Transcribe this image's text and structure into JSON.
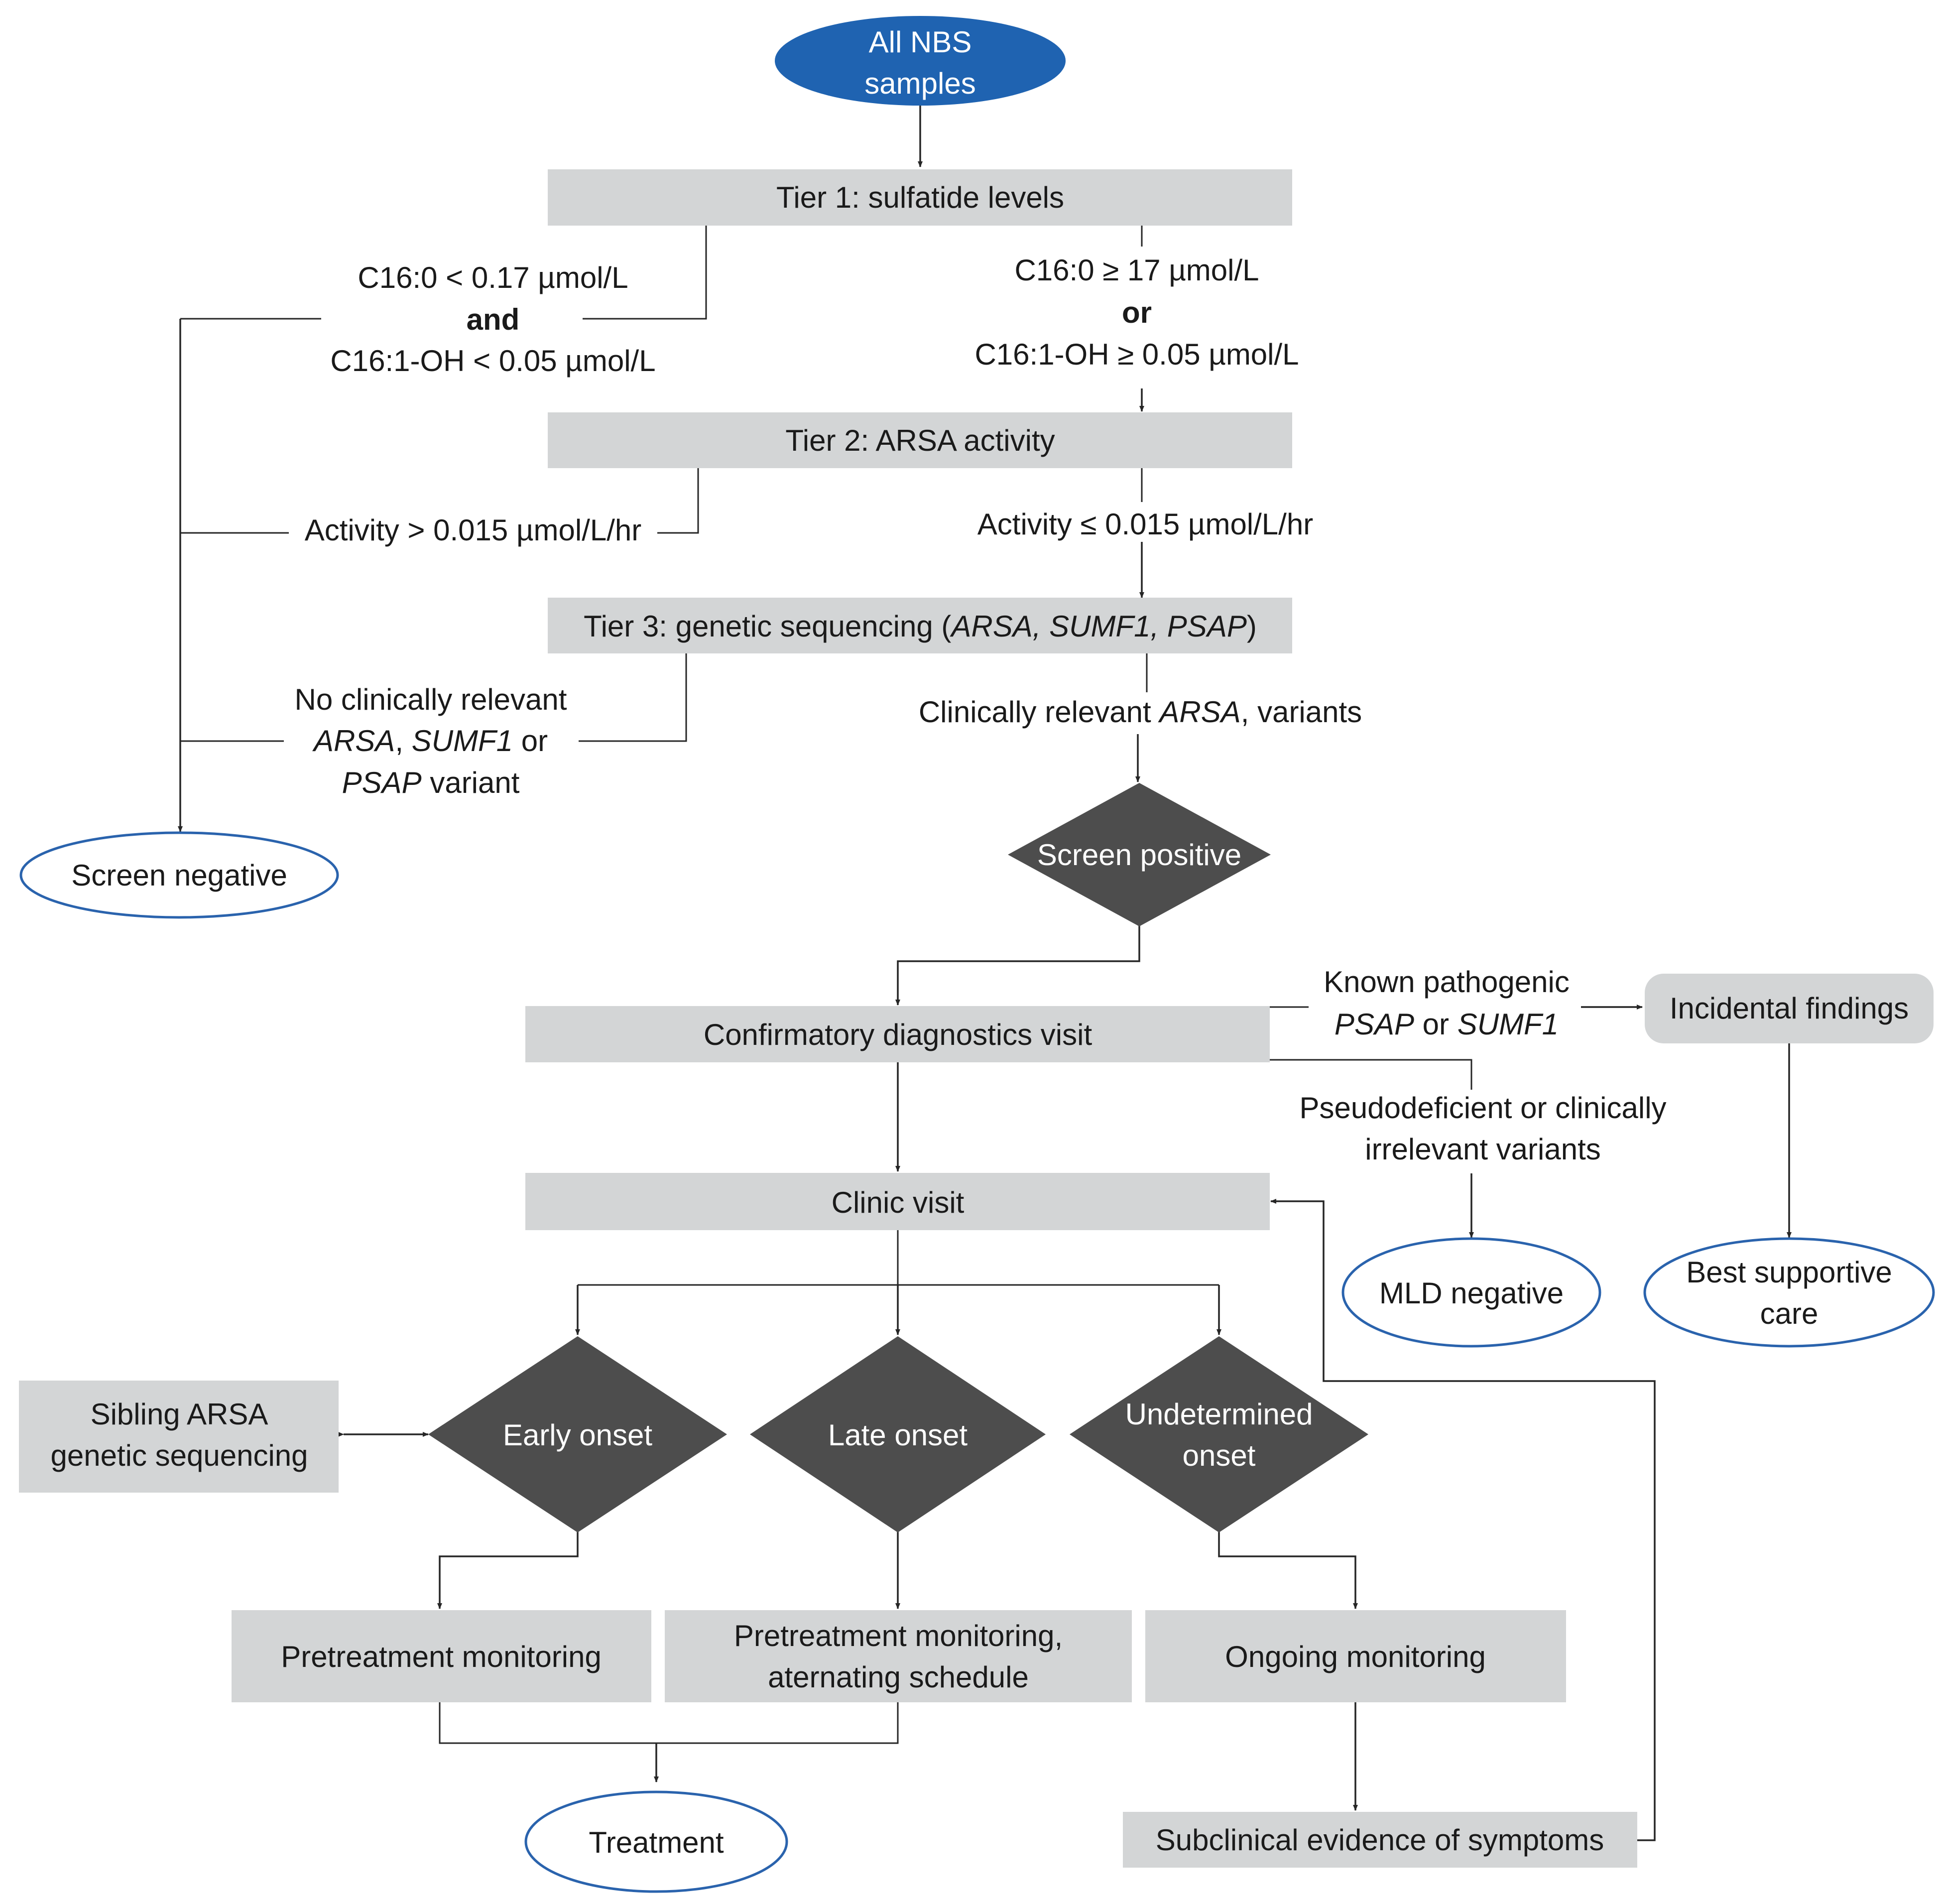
{
  "nodes": {
    "start": [
      "All NBS",
      "samples"
    ],
    "tier1": "Tier 1: sulfatide levels",
    "tier2": "Tier 2: ARSA activity",
    "tier3_a": "Tier 3: genetic sequencing (",
    "tier3_b": "ARSA, SUMF1, PSAP",
    "tier3_c": ")",
    "screen_negative": "Screen negative",
    "screen_positive": "Screen positive",
    "confirmatory": "Confirmatory diagnostics visit",
    "incidental": "Incidental findings",
    "clinic_visit": "Clinic visit",
    "mld_negative": "MLD negative",
    "best_care": [
      "Best supportive",
      "care"
    ],
    "sibling": [
      "Sibling ARSA",
      "genetic sequencing"
    ],
    "early": "Early onset",
    "late": "Late onset",
    "undetermined": [
      "Undetermined",
      "onset"
    ],
    "pretreat": "Pretreatment monitoring",
    "pretreat_alt": [
      "Pretreatment monitoring,",
      "aternating schedule"
    ],
    "ongoing": "Ongoing monitoring",
    "treatment": "Treatment",
    "subclinical": "Subclinical evidence of symptoms"
  },
  "edges": {
    "t1_neg_1": "C16:0 < 0.17 µmol/L",
    "t1_neg_2": "and",
    "t1_neg_3": "C16:1-OH < 0.05 µmol/L",
    "t1_pos_1": "C16:0 ≥ 17 µmol/L",
    "t1_pos_2": "or",
    "t1_pos_3": "C16:1-OH ≥ 0.05 µmol/L",
    "t2_neg": "Activity > 0.015 µmol/L/hr",
    "t2_pos": "Activity ≤ 0.015 µmol/L/hr",
    "t3_neg_1": "No clinically relevant",
    "t3_neg_2a": "ARSA",
    "t3_neg_2b": ", ",
    "t3_neg_2c": "SUMF1",
    "t3_neg_2d": " or",
    "t3_neg_3a": "PSAP",
    "t3_neg_3b": " variant",
    "t3_pos_a": "Clinically relevant ",
    "t3_pos_b": "ARSA",
    "t3_pos_c": ", variants",
    "known_1": "Known pathogenic",
    "known_2a": "PSAP",
    "known_2b": " or ",
    "known_2c": "SUMF1",
    "pseudo_1": "Pseudodeficient or clinically",
    "pseudo_2": "irrelevant variants"
  },
  "colors": {
    "start_fill": "#1f63b1",
    "box_fill": "#d3d5d6",
    "diamond_fill": "#4d4d4d",
    "oval_stroke": "#2a63ad",
    "line": "#262626"
  }
}
